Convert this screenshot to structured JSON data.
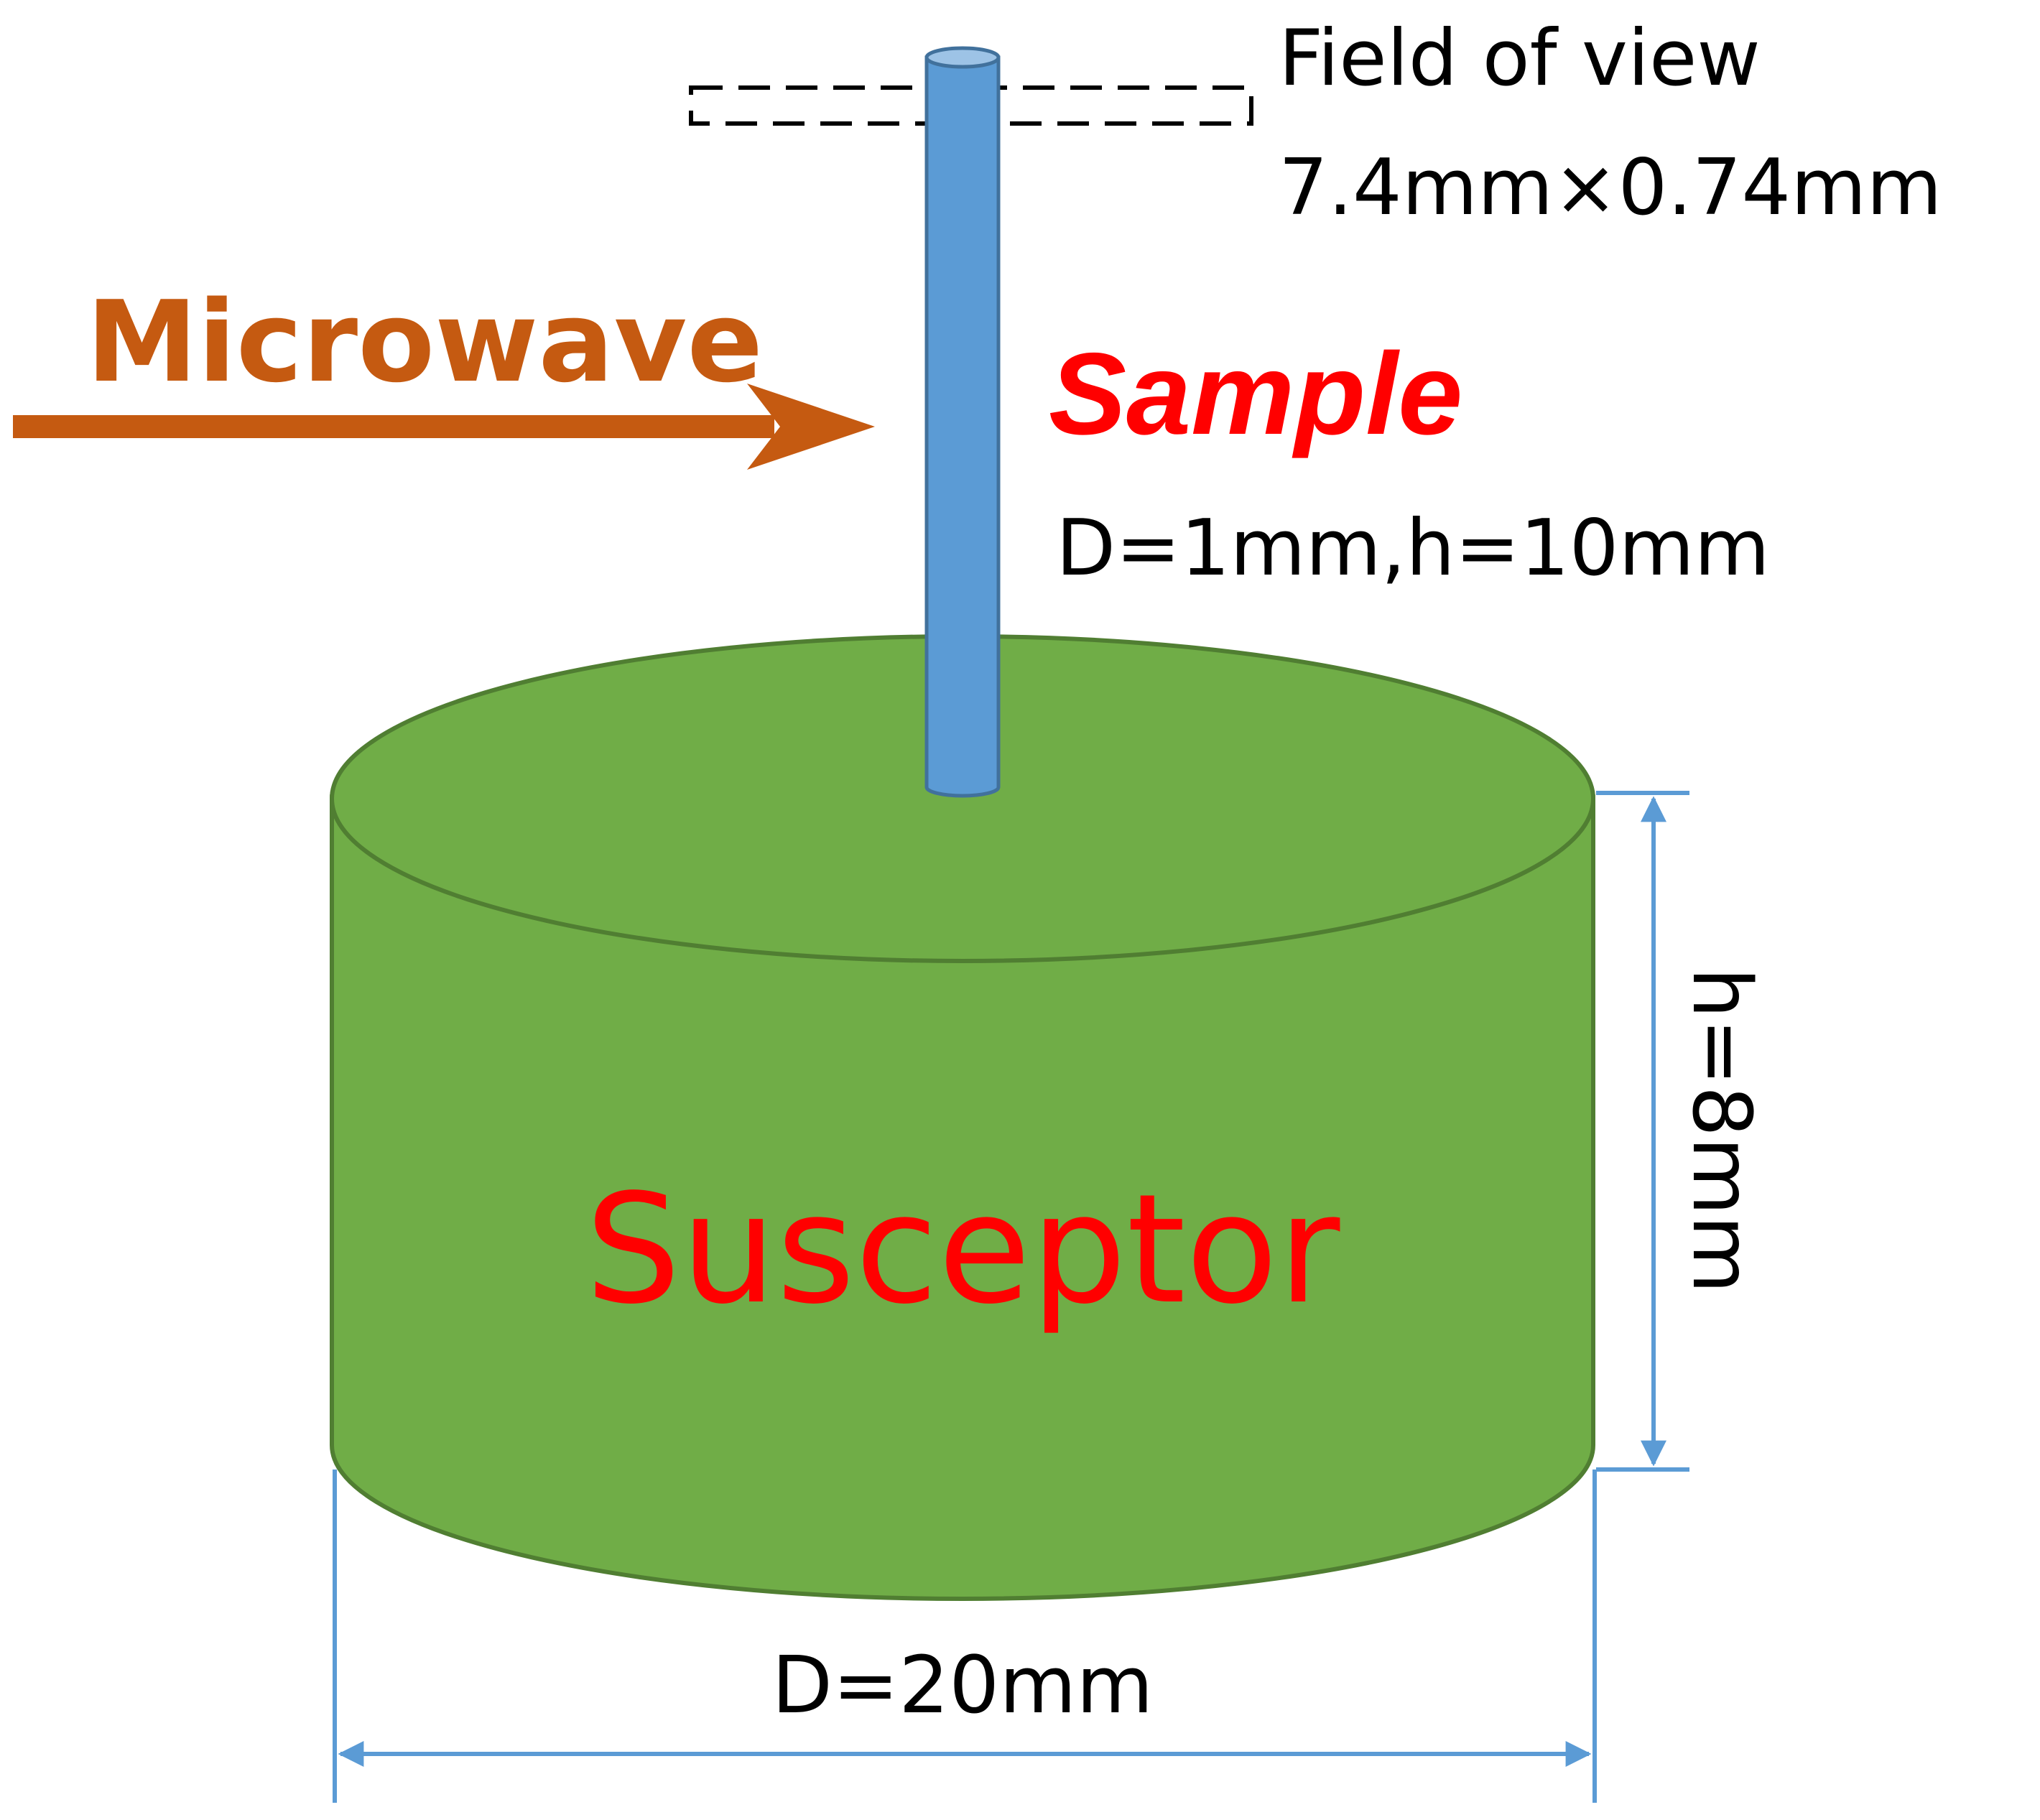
{
  "labels": {
    "field_of_view_line1": "Field of view",
    "field_of_view_line2": "7.4mm×0.74mm",
    "microwave": "Microwave",
    "sample": "Sample",
    "sample_dims": "D=1mm,h=10mm",
    "susceptor": "Susceptor",
    "susceptor_height": "h=8mm",
    "susceptor_diameter": "D=20mm"
  },
  "colors": {
    "susceptor_fill": "#70AD47",
    "susceptor_stroke": "#507E32",
    "sample_fill": "#5B9BD5",
    "sample_top": "#9DC3E6",
    "sample_stroke": "#41719C",
    "microwave": "#C55A11",
    "red_text": "#FF0000",
    "dimension": "#5B9BD5",
    "text": "#000000"
  }
}
